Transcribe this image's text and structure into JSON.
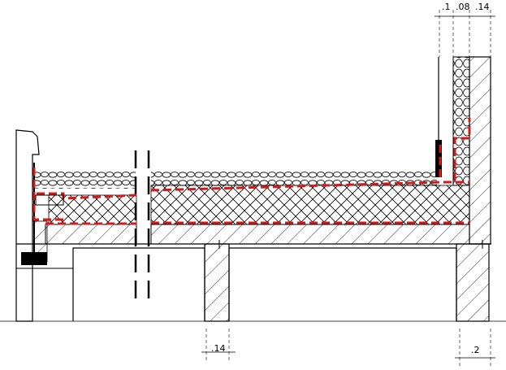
{
  "dimensions": {
    "top_right": [
      ".1",
      ".08",
      ".14"
    ],
    "bottom_mid": ".14",
    "bottom_right": ".2"
  },
  "colors": {
    "line": "#000000",
    "membrane": "#d11a1a",
    "background": "#ffffff"
  }
}
